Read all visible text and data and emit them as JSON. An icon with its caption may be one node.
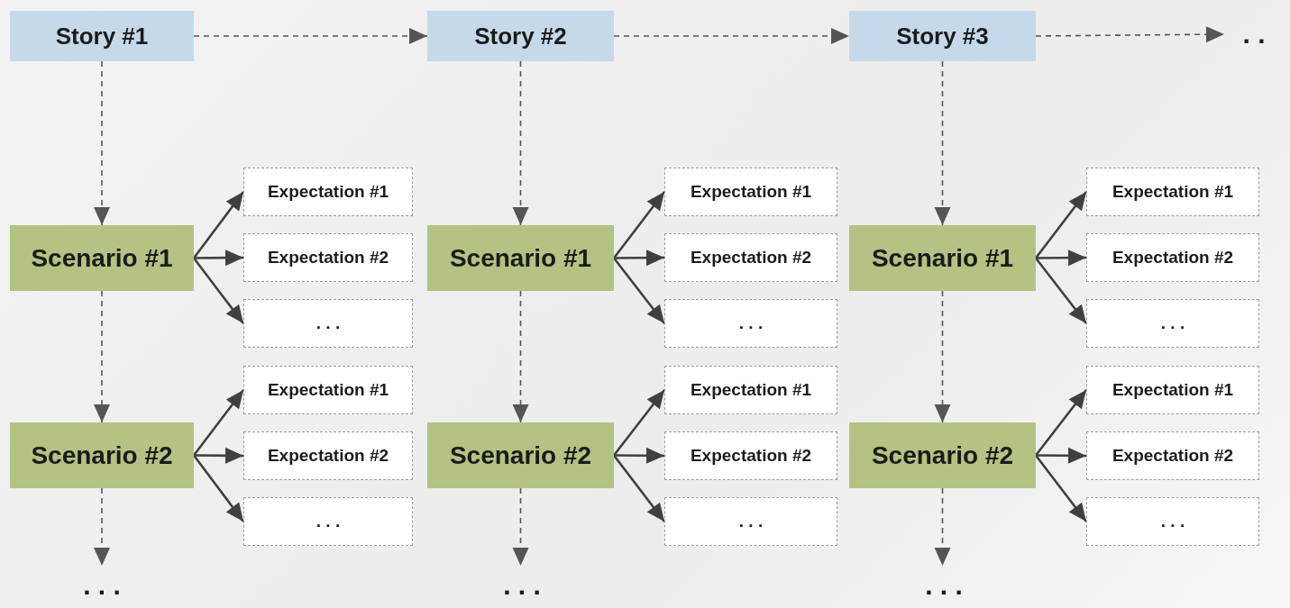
{
  "diagram": {
    "nodes": [
      {
        "text": [
          "Story #1"
        ]
      },
      {
        "text": [
          "Story #2"
        ]
      },
      {
        "text": [
          "Story #3"
        ]
      },
      {
        "text": [
          ". ."
        ]
      },
      {
        "text": [
          "Scenario #1"
        ]
      },
      {
        "text": [
          "Expectation #1"
        ]
      },
      {
        "text": [
          "Expectation #2"
        ]
      },
      {
        "text": [
          ". . ."
        ]
      },
      {
        "text": [
          "Scenario #2"
        ]
      },
      {
        "text": [
          "Expectation #1"
        ]
      },
      {
        "text": [
          "Expectation #2"
        ]
      },
      {
        "text": [
          ". . ."
        ]
      },
      {
        "text": [
          ". . ."
        ]
      },
      {
        "text": [
          "Scenario #1"
        ]
      },
      {
        "text": [
          "Expectation #1"
        ]
      },
      {
        "text": [
          "Expectation #2"
        ]
      },
      {
        "text": [
          ". . ."
        ]
      },
      {
        "text": [
          "Scenario #2"
        ]
      },
      {
        "text": [
          "Expectation #1"
        ]
      },
      {
        "text": [
          "Expectation #2"
        ]
      },
      {
        "text": [
          ". . ."
        ]
      },
      {
        "text": [
          ". . ."
        ]
      },
      {
        "text": [
          "Scenario #1"
        ]
      },
      {
        "text": [
          "Expectation #1"
        ]
      },
      {
        "text": [
          "Expectation #2"
        ]
      },
      {
        "text": [
          ". . ."
        ]
      },
      {
        "text": [
          "Scenario #2"
        ]
      },
      {
        "text": [
          "Expectation #1"
        ]
      },
      {
        "text": [
          "Expectation #2"
        ]
      },
      {
        "text": [
          ". . ."
        ]
      },
      {
        "text": [
          ". . ."
        ]
      }
    ],
    "edges": [
      {
        "from": 0,
        "to": 1,
        "arrow": "to",
        "style": "dashed"
      },
      {
        "from": 1,
        "to": 2,
        "arrow": "to",
        "style": "dashed"
      },
      {
        "from": 2,
        "to": 3,
        "arrow": "to",
        "style": "dashed"
      },
      {
        "from": 0,
        "to": 4,
        "arrow": "to",
        "style": "dashed"
      },
      {
        "from": 4,
        "to": 8,
        "arrow": "to",
        "style": "dashed"
      },
      {
        "from": 8,
        "to": 12,
        "arrow": "to",
        "style": "dashed"
      },
      {
        "from": 4,
        "to": 5,
        "arrow": "to"
      },
      {
        "from": 4,
        "to": 6,
        "arrow": "to"
      },
      {
        "from": 4,
        "to": 7,
        "arrow": "to"
      },
      {
        "from": 8,
        "to": 9,
        "arrow": "to"
      },
      {
        "from": 8,
        "to": 10,
        "arrow": "to"
      },
      {
        "from": 8,
        "to": 11,
        "arrow": "to"
      },
      {
        "from": 1,
        "to": 13,
        "arrow": "to",
        "style": "dashed"
      },
      {
        "from": 13,
        "to": 17,
        "arrow": "to",
        "style": "dashed"
      },
      {
        "from": 17,
        "to": 21,
        "arrow": "to",
        "style": "dashed"
      },
      {
        "from": 13,
        "to": 14,
        "arrow": "to"
      },
      {
        "from": 13,
        "to": 15,
        "arrow": "to"
      },
      {
        "from": 13,
        "to": 16,
        "arrow": "to"
      },
      {
        "from": 17,
        "to": 18,
        "arrow": "to"
      },
      {
        "from": 17,
        "to": 19,
        "arrow": "to"
      },
      {
        "from": 17,
        "to": 20,
        "arrow": "to"
      },
      {
        "from": 2,
        "to": 22,
        "arrow": "to",
        "style": "dashed"
      },
      {
        "from": 22,
        "to": 26,
        "arrow": "to",
        "style": "dashed"
      },
      {
        "from": 26,
        "to": 30,
        "arrow": "to",
        "style": "dashed"
      },
      {
        "from": 22,
        "to": 23,
        "arrow": "to"
      },
      {
        "from": 22,
        "to": 24,
        "arrow": "to"
      },
      {
        "from": 22,
        "to": 25,
        "arrow": "to"
      },
      {
        "from": 26,
        "to": 27,
        "arrow": "to"
      },
      {
        "from": 26,
        "to": 28,
        "arrow": "to"
      },
      {
        "from": 26,
        "to": 29,
        "arrow": "to"
      }
    ]
  }
}
